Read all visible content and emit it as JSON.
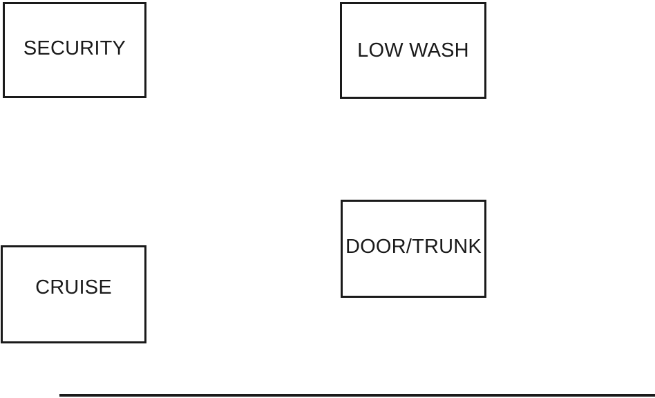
{
  "page": {
    "background_color": "#ffffff",
    "ink_color": "#1a1a1a"
  },
  "indicator_boxes": [
    {
      "id": "security",
      "label": "SECURITY"
    },
    {
      "id": "low_wash",
      "label": "LOW WASH"
    },
    {
      "id": "door_trunk",
      "label": "DOOR/TRUNK"
    },
    {
      "id": "cruise",
      "label": "CRUISE"
    }
  ],
  "divider": {
    "description": "horizontal-rule"
  }
}
